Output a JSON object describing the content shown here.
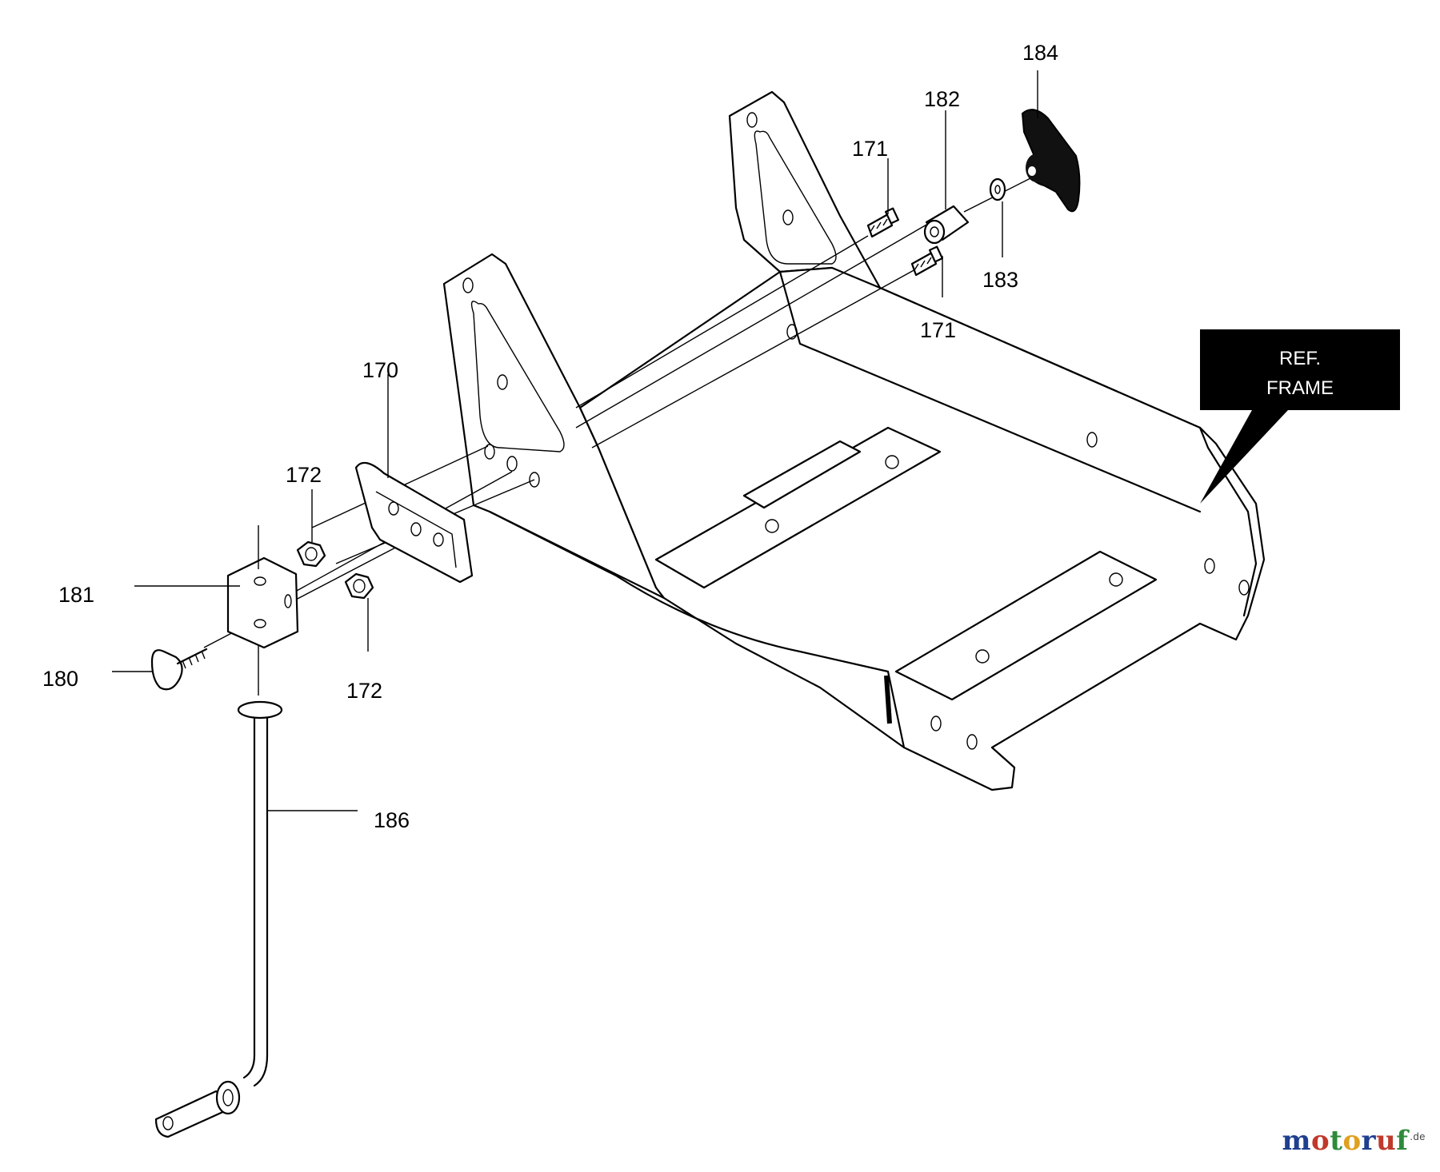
{
  "labels": {
    "p170": "170",
    "p171a": "171",
    "p171b": "171",
    "p172a": "172",
    "p172b": "172",
    "p180": "180",
    "p181": "181",
    "p182": "182",
    "p183": "183",
    "p184": "184",
    "p186": "186"
  },
  "ref_box": {
    "line1": "REF.",
    "line2": "FRAME"
  },
  "watermark": {
    "c1": "m",
    "c2": "o",
    "c3": "t",
    "c4": "o",
    "c5": "r",
    "c6": "u",
    "c7": "f",
    "suffix": ".de",
    "colors": [
      "#1f3f8f",
      "#c0392b",
      "#2e8b3a",
      "#e0a020",
      "#1f3f8f",
      "#c0392b",
      "#2e8b3a"
    ]
  }
}
